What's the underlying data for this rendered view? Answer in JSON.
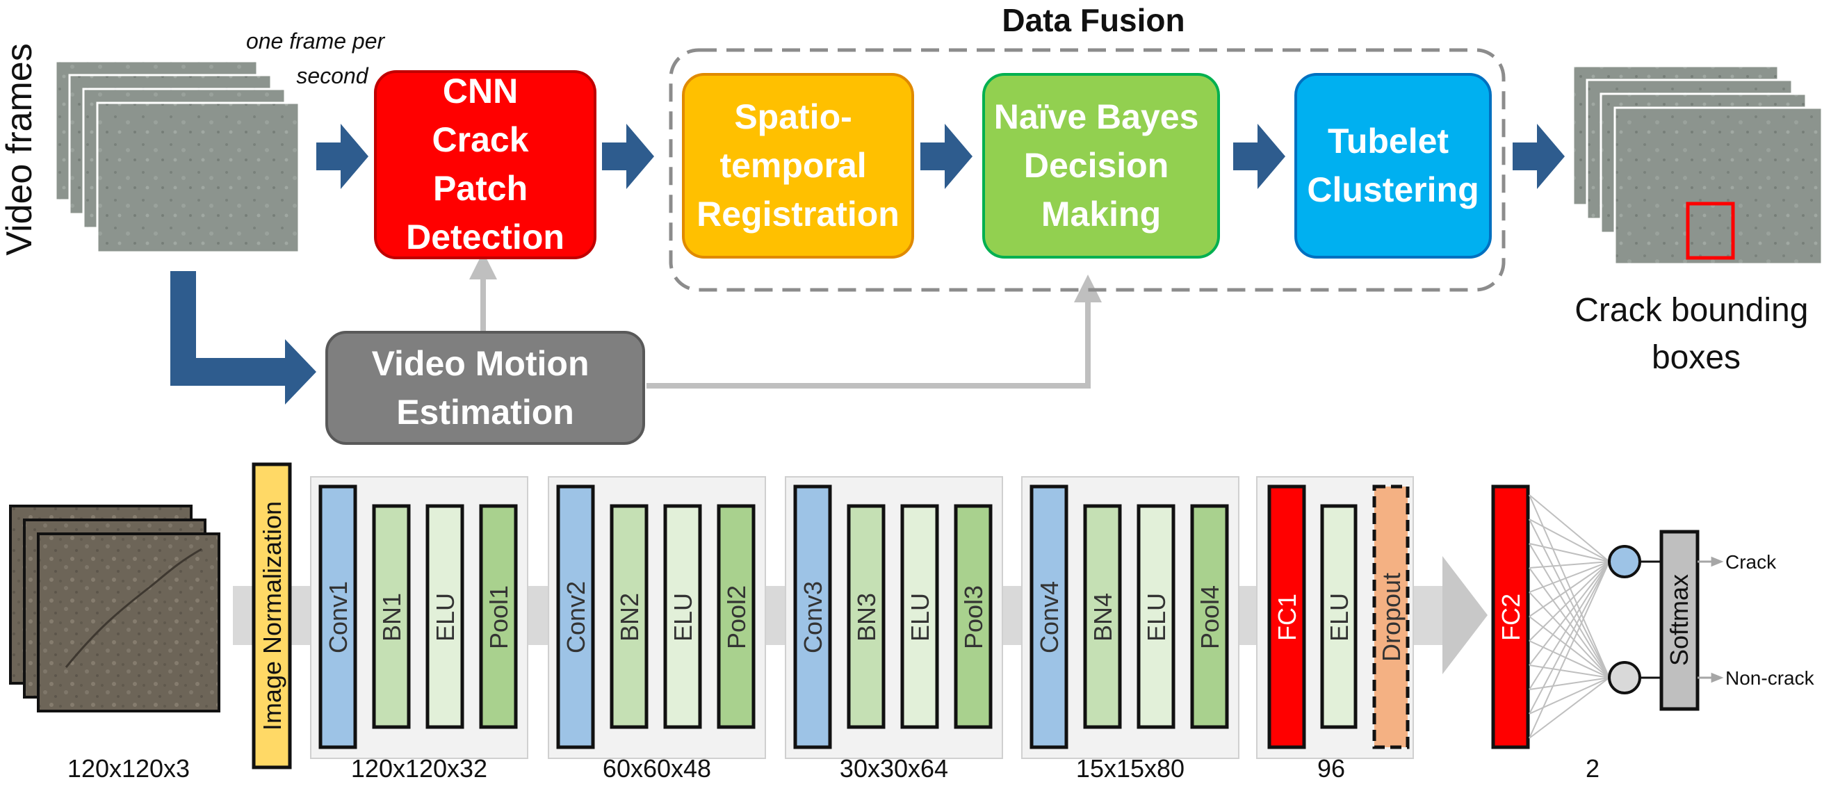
{
  "pipeline": {
    "input_label": "Video frames",
    "frame_rate_note": "one frame per second",
    "cnn_box": "CNN Crack Patch Detection",
    "cnn_lines": [
      "CNN",
      "Crack",
      "Patch",
      "Detection"
    ],
    "data_fusion_title": "Data Fusion",
    "registration_lines": [
      "Spatio-",
      "temporal",
      "Registration"
    ],
    "naive_bayes_lines": [
      "Naïve Bayes",
      "Decision",
      "Making"
    ],
    "tubelet_lines": [
      "Tubelet",
      "Clustering"
    ],
    "motion_lines": [
      "Video Motion",
      "Estimation"
    ],
    "output_lines": [
      "Crack bounding",
      "boxes"
    ]
  },
  "network": {
    "input_dim": "120x120x3",
    "normalization": "Image Normalization",
    "blocks": [
      {
        "layers": [
          "Conv1",
          "BN1",
          "ELU",
          "Pool1"
        ],
        "dim": "120x120x32"
      },
      {
        "layers": [
          "Conv2",
          "BN2",
          "ELU",
          "Pool2"
        ],
        "dim": "60x60x48"
      },
      {
        "layers": [
          "Conv3",
          "BN3",
          "ELU",
          "Pool3"
        ],
        "dim": "30x30x64"
      },
      {
        "layers": [
          "Conv4",
          "BN4",
          "ELU",
          "Pool4"
        ],
        "dim": "15x15x80"
      }
    ],
    "fc_block": {
      "layers": [
        "FC1",
        "ELU",
        "Dropout"
      ],
      "dim": "96"
    },
    "fc2": {
      "label": "FC2",
      "dim": "2"
    },
    "softmax": "Softmax",
    "outputs": [
      "Crack",
      "Non-crack"
    ]
  },
  "colors": {
    "cnn": "#ff0000",
    "registration": "#ffc000",
    "naive_bayes": "#92d050",
    "tubelet": "#00b0f0",
    "motion": "#7f7f7f",
    "arrow": "#2e5c8e",
    "conv": "#9dc3e6",
    "bn": "#c5e0b4",
    "elu": "#e2f0d9",
    "pool": "#a9d18e",
    "fc": "#ff0000",
    "dropout": "#f4b183",
    "norm": "#ffd966"
  }
}
